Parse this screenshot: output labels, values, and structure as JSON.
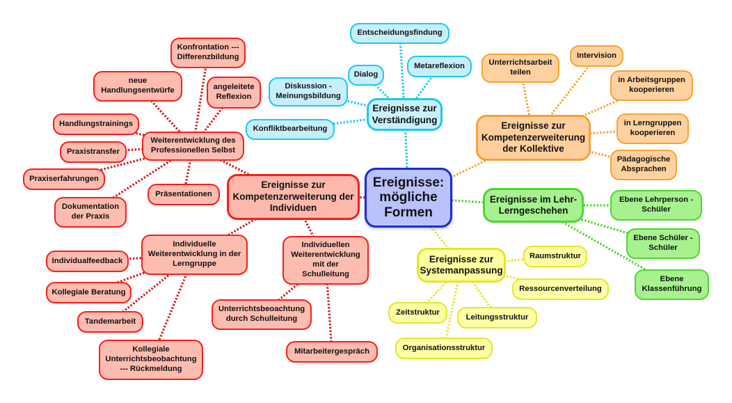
{
  "colors": {
    "blue": {
      "fill": "#c9f1fd",
      "stroke": "#1ec8ee",
      "sub_fill": "#c6effb"
    },
    "orange": {
      "fill": "#fecf9d",
      "stroke": "#f6a236",
      "sub_fill": "#ffd19f"
    },
    "green": {
      "fill": "#a6f190",
      "stroke": "#4fd62f",
      "sub_fill": "#a7f28f"
    },
    "yellow": {
      "fill": "#feff9f",
      "stroke": "#e4e628",
      "sub_fill": "#fdfea5"
    },
    "red": {
      "fill": "#fcb8ab",
      "stroke": "#f81d1d",
      "sub_fill": "#fdbcb0",
      "line": "#d41a1a"
    },
    "root": {
      "fill": "#b9c2fb",
      "stroke": "#1b2cd9"
    }
  },
  "root": {
    "label": "Ereignisse:\nmögliche\nFormen"
  },
  "branches": {
    "verstaendigung": {
      "label": "Ereignisse zur\nVerständigung",
      "children": {
        "entscheidungsfindung": "Entscheidungsfindung",
        "dialog": "Dialog",
        "metareflexion": "Metareflexion",
        "diskussion": "Diskussion -\nMeinungsbildung",
        "konfliktbearbeitung": "Konfliktbearbeitung"
      }
    },
    "kollektive": {
      "label": "Ereignisse zur\nKompetenzerweiterung\nder Kollektive",
      "children": {
        "unterrichtsarbeit": "Unterrichtsarbeit\nteilen",
        "intervision": "Intervision",
        "arbeitsgruppen": "in Arbeitsgruppen\nkooperieren",
        "lerngruppen": "in Lerngruppen\nkooperieren",
        "absprachen": "Pädagogische\nAbsprachen"
      }
    },
    "lehr_lern": {
      "label": "Ereignisse im Lehr-\nLerngeschehen",
      "children": {
        "lehrperson": "Ebene Lehrperson -\nSchüler",
        "schueler": "Ebene Schüler -\nSchüler",
        "klassenfuehrung": "Ebene\nKlassenführung"
      }
    },
    "system": {
      "label": "Ereignisse zur\nSystemanpassung",
      "children": {
        "raumstruktur": "Raumstruktur",
        "ressourcen": "Ressourcenverteilung",
        "zeitstruktur": "Zeitstruktur",
        "leitungsstruktur": "Leitungsstruktur",
        "organisation": "Organisationsstruktur"
      }
    },
    "individuen": {
      "label": "Ereignisse zur\nKompetenzerweiterung der\nIndividuen",
      "professionell": {
        "label": "Weiterentwicklung des\nProfessionellen Selbst",
        "children": {
          "konfrontation": "Konfrontation ---\nDifferenzbildung",
          "handlungsentwuerfe": "neue\nHandlungsentwürfe",
          "reflexion": "angeleitete\nReflexion",
          "handlungstrainings": "Handlungstrainings",
          "praxistransfer": "Praxistransfer",
          "praxiserfahrungen": "Praxiserfahrungen",
          "dokumentation": "Dokumentation\nder Praxis",
          "praesentationen": "Präsentationen"
        }
      },
      "lerngruppe": {
        "label": "Individuelle\nWeiterentwicklung in der\nLerngruppe",
        "children": {
          "individualfeedback": "Individualfeedback",
          "kollegiale_beratung": "Kollegiale Beratung",
          "tandemarbeit": "Tandemarbeit",
          "unterrichtsbeobachtung": "Kollegiale\nUnterrichtsbeobachtung\n--- Rückmeldung"
        }
      },
      "schulleitung": {
        "label": "Individuellen\nWeiterentwicklung\nmit der\nSchulleitung",
        "children": {
          "beobachtung_schulleitung": "Unterrichtsbeoachtung\ndurch Schulleitung",
          "mitarbeitergespraech": "Mitarbeitergespräch"
        }
      }
    }
  }
}
